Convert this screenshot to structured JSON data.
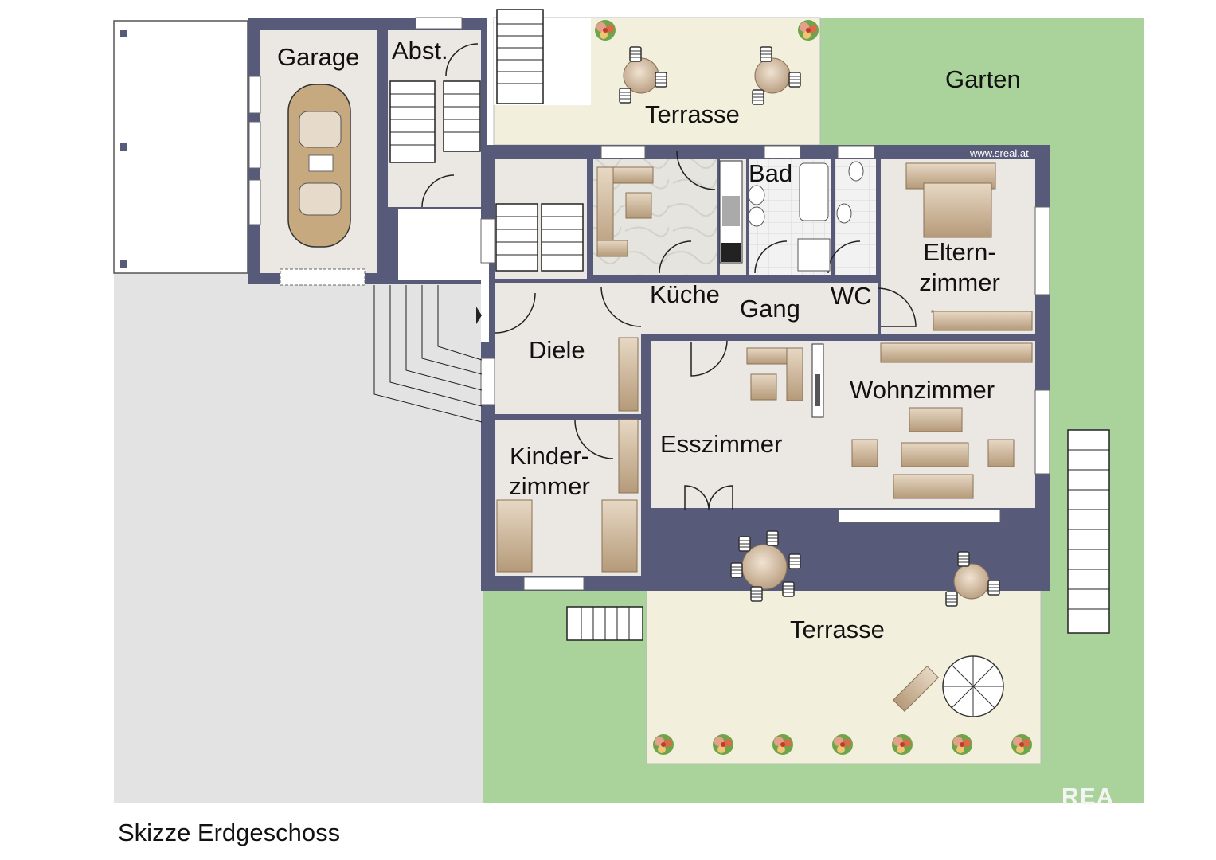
{
  "title": "Skizze Erdgeschoss",
  "website": "www.sreal.at",
  "logo": "REA",
  "rooms": {
    "garage": "Garage",
    "abst": "Abst.",
    "terrasse_top": "Terrasse",
    "garten": "Garten",
    "bad": "Bad",
    "eltern_1": "Eltern-",
    "eltern_2": "zimmer",
    "kueche": "Küche",
    "gang": "Gang",
    "wc": "WC",
    "diele": "Diele",
    "wohnzimmer": "Wohnzimmer",
    "esszimmer": "Esszimmer",
    "kinder_1": "Kinder-",
    "kinder_2": "zimmer",
    "terrasse_bottom": "Terrasse"
  },
  "colors": {
    "wall": "#575b79",
    "floor": "#ebe7e2",
    "terrace": "#f2efdc",
    "garden": "#a9d39a",
    "paved": "#e3e3e3",
    "furniture": "#c9b49a",
    "window": "#ffffff"
  }
}
